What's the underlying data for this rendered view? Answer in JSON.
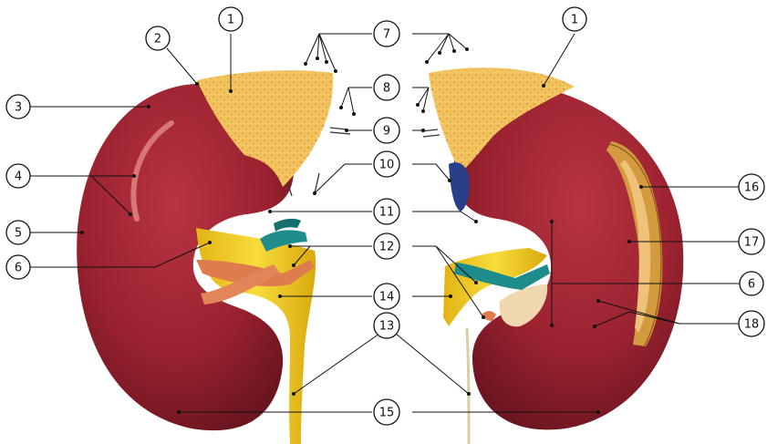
{
  "colors": {
    "kidney": "#9b2230",
    "kidney_dark": "#6a1520",
    "kidney_light": "#c2434f",
    "adrenal": "#f1c25e",
    "adrenal_speckle": "#d8962e",
    "ureter": "#f2cd1e",
    "artery": "#df7c4d",
    "vein": "#1f8c8c",
    "capsule_cut": "#d49a40"
  },
  "labels": {
    "l1_left": "1",
    "l1_right": "1",
    "l2": "2",
    "l3": "3",
    "l4": "4",
    "l5": "5",
    "l6_left": "6",
    "l6_right": "6",
    "l7": "7",
    "l8": "8",
    "l9": "9",
    "l10": "10",
    "l11": "11",
    "l12": "12",
    "l13": "13",
    "l14": "14",
    "l15": "15",
    "l16": "16",
    "l17": "17",
    "l18": "18"
  }
}
